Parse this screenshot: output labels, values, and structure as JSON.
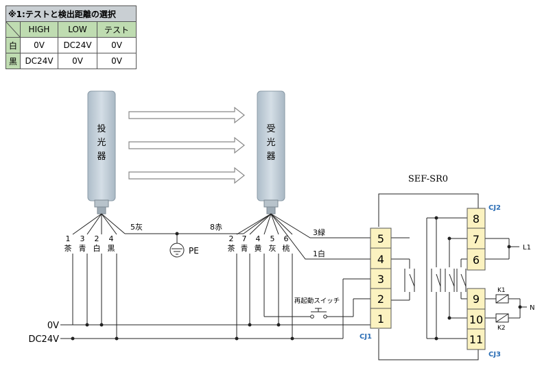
{
  "table": {
    "caption": "※1:テストと検出距離の選択",
    "headers": [
      "HIGH",
      "LOW",
      "テスト"
    ],
    "rows": [
      {
        "label": "白",
        "cells": [
          "0V",
          "DC24V",
          "0V"
        ]
      },
      {
        "label": "黒",
        "cells": [
          "DC24V",
          "0V",
          "0V"
        ]
      }
    ]
  },
  "emitter": {
    "label": [
      "投",
      "光",
      "器"
    ]
  },
  "receiver": {
    "label": [
      "受",
      "光",
      "器"
    ]
  },
  "emitter_wires": [
    {
      "num": "1",
      "color": "茶"
    },
    {
      "num": "3",
      "color": "青"
    },
    {
      "num": "2",
      "color": "白"
    },
    {
      "num": "4",
      "color": "黒"
    }
  ],
  "receiver_wires": [
    {
      "num": "2",
      "color": "茶"
    },
    {
      "num": "7",
      "color": "青"
    },
    {
      "num": "4",
      "color": "黄"
    },
    {
      "num": "5",
      "color": "灰"
    },
    {
      "num": "6",
      "color": "桃"
    }
  ],
  "wire_labels": {
    "emit5": "5灰",
    "recv8": "8赤",
    "recv3": "3緑",
    "recv1": "1白"
  },
  "pe_label": "PE",
  "power": {
    "zero": "0V",
    "dc": "DC24V"
  },
  "controller": {
    "name": "SEF-SR0",
    "cj1": "CJ1",
    "cj2": "CJ2",
    "cj3": "CJ3"
  },
  "terminals_cj1": [
    "5",
    "4",
    "3",
    "2",
    "1"
  ],
  "terminals_cj2": [
    "8",
    "7",
    "6"
  ],
  "terminals_cj3": [
    "9",
    "10",
    "11"
  ],
  "switch_label": "再起動スイッチ",
  "outputs": {
    "l1": "L1",
    "n": "N",
    "k1": "K1",
    "k2": "K2"
  },
  "colors": {
    "sensor": "#c7d3dc",
    "terminal": "#fbf2c0",
    "table_head": "#bfdcb1",
    "accent": "#2a6db5"
  }
}
